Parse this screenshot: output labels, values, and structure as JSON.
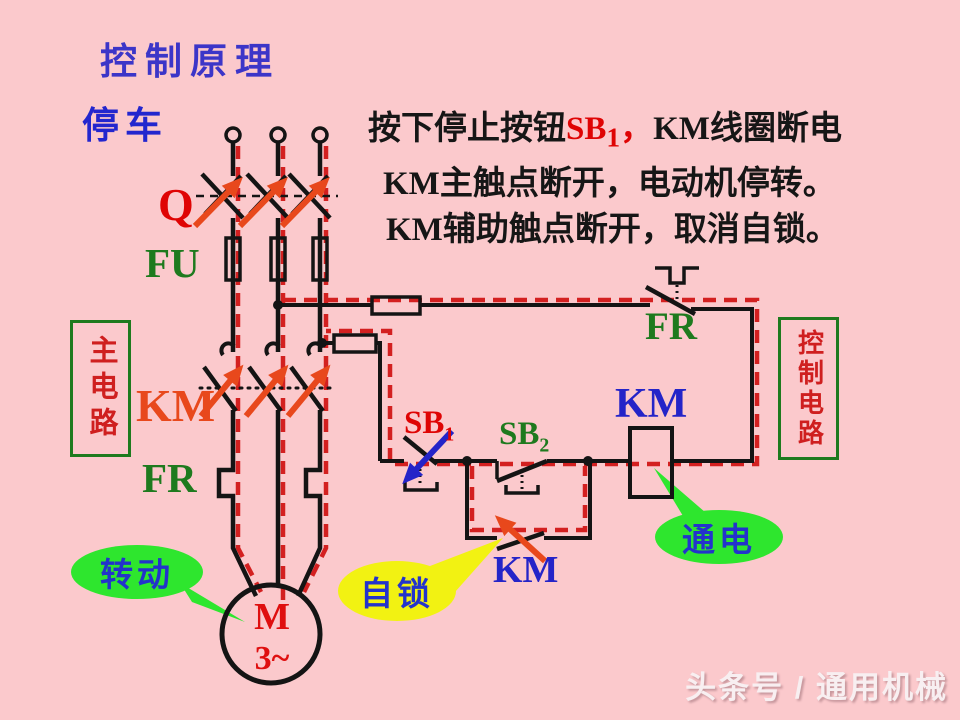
{
  "title": "控制原理",
  "subtitle": "停车",
  "description": {
    "line1_part1": "按下停止按钮",
    "line1_sb_base": "SB",
    "line1_sb_sub": "1",
    "line1_sb_comma": "，",
    "line1_part2": "KM线圈断电",
    "line2": "KM主触点断开，电动机停转。",
    "line3": "KM辅助触点断开，取消自锁。"
  },
  "circuit_labels": {
    "q": "Q",
    "fu": "FU",
    "km_main": "KM",
    "fr_main": "FR",
    "sb1": {
      "base": "SB",
      "sub": "1"
    },
    "sb2": {
      "base": "SB",
      "sub": "2"
    },
    "fr_control": "FR",
    "km_coil": "KM",
    "km_aux": "KM",
    "motor_m": "M",
    "motor_phase": "3~"
  },
  "boxes": {
    "main_circuit": "主电路",
    "control_circuit": "控制电路"
  },
  "callouts": {
    "rotating": "转动",
    "self_lock": "自锁",
    "energized": "通电"
  },
  "footer": "头条号 / 通用机械",
  "colors": {
    "background": "#fbc9cc",
    "dash_red": "#d32020",
    "arrow_orange": "#e8481c",
    "arrow_blue": "#2424c8",
    "label_green": "#1e7a1e",
    "label_blue": "#2424c8",
    "label_red": "#df0404",
    "callout_green": "#2ee62e",
    "callout_yellow": "#f2f212",
    "wire_black": "#141414"
  }
}
